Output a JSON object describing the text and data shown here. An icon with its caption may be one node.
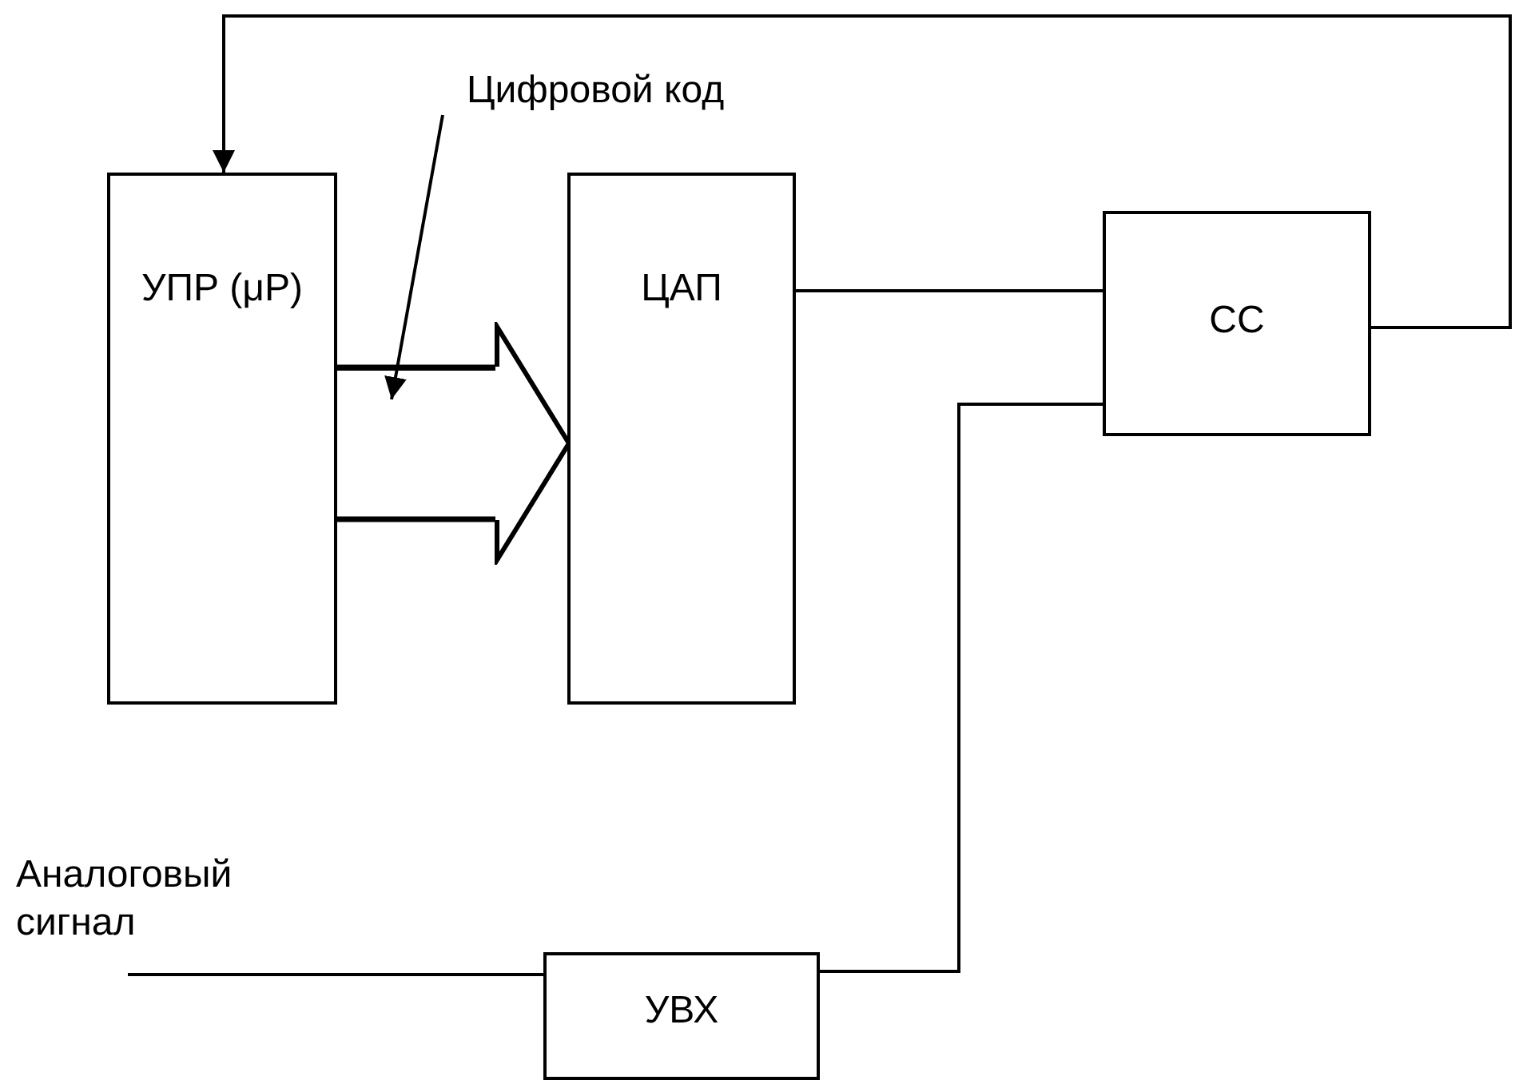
{
  "diagram": {
    "nodes": [
      {
        "text": [
          "Цифровой код"
        ]
      },
      {
        "text": [
          "УПР (μP)"
        ]
      },
      {
        "text": [
          "ЦАП"
        ]
      },
      {
        "text": [
          "СС"
        ]
      },
      {
        "text": [
          "Аналоговый сигнал"
        ]
      },
      {
        "text": [
          "УВХ"
        ]
      }
    ],
    "edges": [
      {
        "from": 3,
        "to": 1,
        "arrow": "to"
      },
      {
        "from": 1,
        "to": 2,
        "arrow": "to",
        "style": "thick"
      },
      {
        "from": 0,
        "to": null,
        "arrow": "to"
      },
      {
        "from": 2,
        "to": 3,
        "arrow": "none"
      },
      {
        "from": 5,
        "to": 3,
        "arrow": "none"
      },
      {
        "from": 4,
        "to": 5,
        "arrow": "none"
      }
    ]
  }
}
